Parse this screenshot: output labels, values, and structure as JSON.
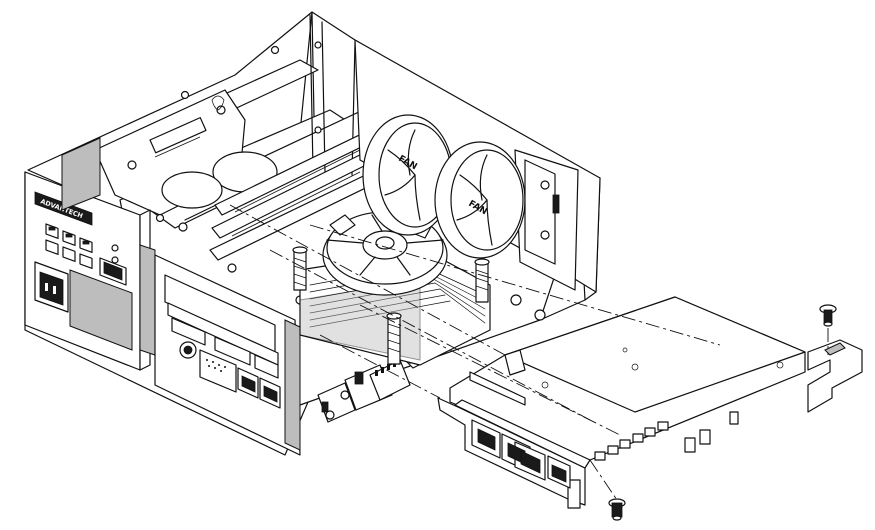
{
  "diagram": {
    "brand_plate_text": "ADVANTECH",
    "fan_label_1": "FAN",
    "fan_label_2": "FAN",
    "colors": {
      "line": "#111111",
      "background": "#ffffff",
      "shade": "#bdbdbd"
    }
  }
}
